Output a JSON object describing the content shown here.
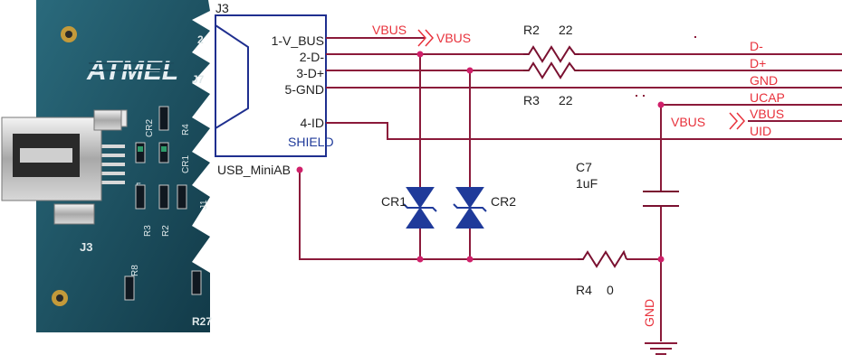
{
  "connector": {
    "ref": "J3",
    "value": "USB_MiniAB",
    "pins": [
      "1-V_BUS",
      "2-D-",
      "3-D+",
      "5-GND",
      "4-ID"
    ],
    "shield": "SHIELD"
  },
  "nets": {
    "vbus_left_flag": "VBUS",
    "vbus_left_port": "VBUS",
    "d_minus": "D-",
    "d_plus": "D+",
    "gnd": "GND",
    "ucap": "UCAP",
    "vbus_right_flag": "VBUS",
    "vbus_right_port": "VBUS",
    "uid": "UID",
    "gnd_symbol": "GND"
  },
  "components": {
    "r2": {
      "ref": "R2",
      "value": "22"
    },
    "r3": {
      "ref": "R3",
      "value": "22"
    },
    "r4": {
      "ref": "R4",
      "value": "0"
    },
    "c7": {
      "ref": "C7",
      "value": "1uF"
    },
    "cr1": {
      "ref": "CR1"
    },
    "cr2": {
      "ref": "CR2"
    }
  },
  "board_photo": {
    "logo": "ATMEL",
    "silkscreen": [
      "J7",
      "J3",
      "CR2",
      "CR1",
      "R4",
      "R3",
      "R2",
      "R8",
      "R27",
      "J1",
      "2",
      "5"
    ]
  },
  "colors": {
    "wire": "#8b1a3a",
    "net_label": "#e8323c",
    "connector": "#1f2f8f",
    "junction": "#d0206a",
    "pcb": "#1d4d5e"
  }
}
